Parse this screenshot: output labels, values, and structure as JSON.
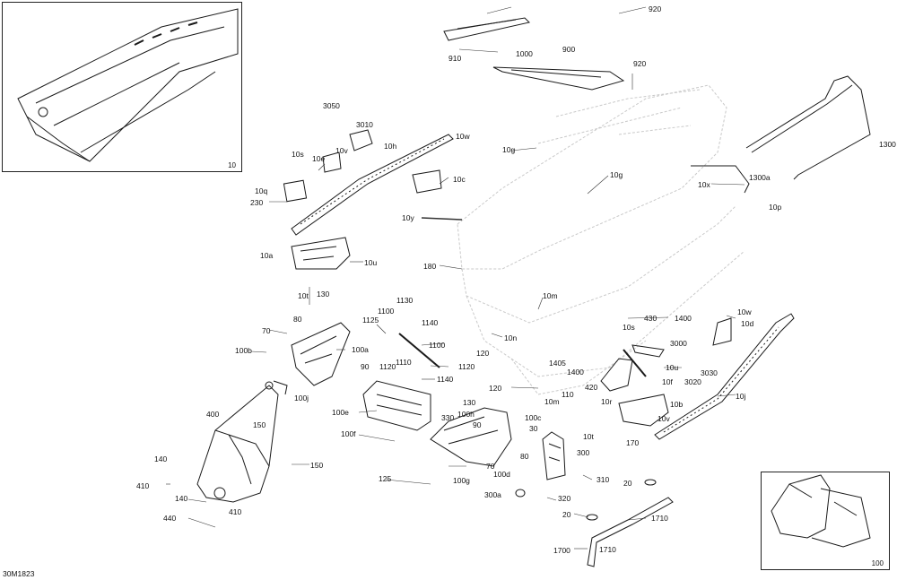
{
  "diagram_code": "30M1823",
  "insets": {
    "top_left_ref": "10",
    "bottom_right_ref": "100"
  },
  "labels": [
    "920",
    "910",
    "1000",
    "900",
    "920",
    "3050",
    "3010",
    "10w",
    "10h",
    "10s",
    "10e",
    "10v",
    "10q",
    "230",
    "10c",
    "10g",
    "10g",
    "1300",
    "10x",
    "1300a",
    "10p",
    "10y",
    "10a",
    "10u",
    "180",
    "10t",
    "130",
    "1130",
    "1100",
    "1125",
    "1140",
    "1100",
    "1120",
    "1110",
    "1120",
    "1140",
    "70",
    "80",
    "100b",
    "100a",
    "90",
    "100j",
    "400",
    "150",
    "150",
    "120",
    "10n",
    "10m",
    "430",
    "1400",
    "10s",
    "3000",
    "10w",
    "10d",
    "1405",
    "1400",
    "10u",
    "3030",
    "3020",
    "420",
    "10f",
    "110",
    "120",
    "10m",
    "10r",
    "10b",
    "10j",
    "10v",
    "10t",
    "170",
    "100e",
    "100f",
    "330",
    "100h",
    "90",
    "100c",
    "30",
    "130",
    "80",
    "70",
    "100d",
    "300",
    "100g",
    "125",
    "310",
    "320",
    "300a",
    "20",
    "20",
    "1710",
    "1710",
    "1700",
    "140",
    "410",
    "140",
    "410",
    "440"
  ]
}
